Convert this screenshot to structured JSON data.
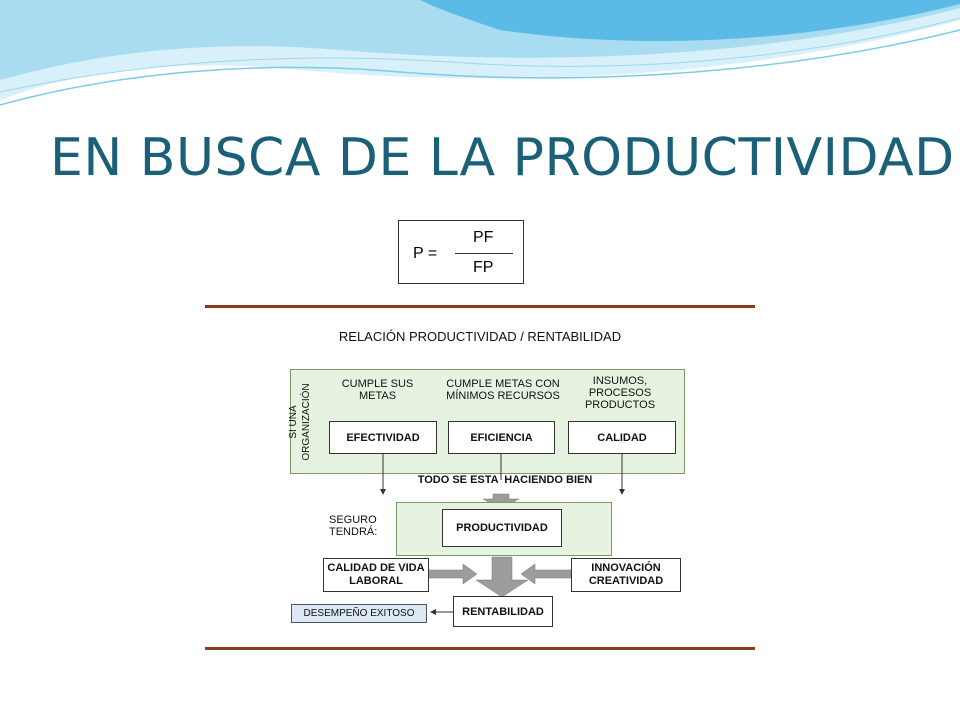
{
  "slide": {
    "title": "EN BUSCA DE LA PRODUCTIVIDAD"
  },
  "colors": {
    "title": "#1a6079",
    "separator": "#8b3a1a",
    "green_panel": "#e6f3e0",
    "green_border": "#7a9a6a",
    "arrow_gray": "#9c9c9c",
    "desempeno_bg": "#dbe8f5",
    "wave_light": "#bfe6f5",
    "wave_dark": "#4fb3e2"
  },
  "formula": {
    "lhs": "P =",
    "numerator": "PF",
    "denominator": "FP"
  },
  "diagram": {
    "heading": "RELACIÓN PRODUCTIVIDAD / RENTABILIDAD",
    "side_label_line1": "SI UNA",
    "side_label_line2": "ORGANIZACIÓN",
    "col1_caption": "CUMPLE SUS METAS",
    "col2_caption": "CUMPLE METAS CON MÍNIMOS RECURSOS",
    "col3_caption": "INSUMOS, PROCESOS PRODUCTOS",
    "col1_box": "EFECTIVIDAD",
    "col2_box": "EFICIENCIA",
    "col3_box": "CALIDAD",
    "todo_bien": "TODO SE ESTA  HACIENDO BIEN",
    "seguro": "SEGURO TENDRÁ:",
    "productividad": "PRODUCTIVIDAD",
    "calidad_vida": "CALIDAD DE VIDA LABORAL",
    "innovacion": "INNOVACIÓN CREATIVIDAD",
    "rentabilidad": "RENTABILIDAD",
    "desempeno": "DESEMPEÑO EXITOSO"
  }
}
